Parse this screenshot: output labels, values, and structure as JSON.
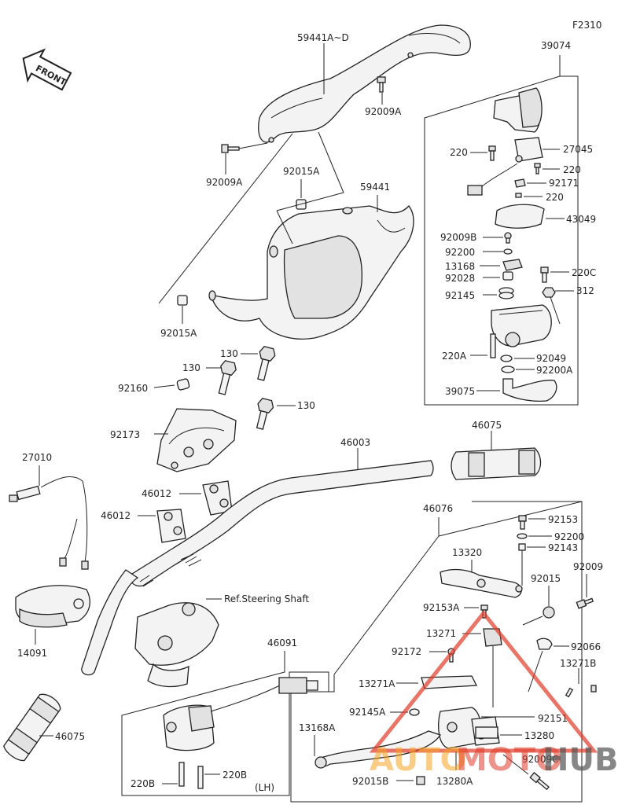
{
  "figure_code": "F2310",
  "front_label": "FRONT",
  "callouts": {
    "c59441AD": "59441A~D",
    "c92009A_top": "92009A",
    "c92009A_left": "92009A",
    "c92015A_top": "92015A",
    "c59441": "59441",
    "c92015A_bottom": "92015A",
    "c39074": "39074",
    "c220_1": "220",
    "c27045": "27045",
    "c220_2": "220",
    "c92171": "92171",
    "c220_3": "220",
    "c43049": "43049",
    "c92009B": "92009B",
    "c92200": "92200",
    "c13168": "13168",
    "c220C": "220C",
    "c92028": "92028",
    "c92145": "92145",
    "c312": "312",
    "c220A": "220A",
    "c92049": "92049",
    "c92200A": "92200A",
    "c39075": "39075",
    "c130_1": "130",
    "c130_2": "130",
    "c92160": "92160",
    "c130_3": "130",
    "c92173": "92173",
    "c27010": "27010",
    "c46003": "46003",
    "c46075_top": "46075",
    "c46012_1": "46012",
    "c46012_2": "46012",
    "c46076": "46076",
    "c92153": "92153",
    "c92200_b": "92200",
    "c92143": "92143",
    "c13320": "13320",
    "c92009": "92009",
    "c92015": "92015",
    "ref_steering": "Ref.Steering Shaft",
    "c92153A": "92153A",
    "c13271": "13271",
    "c92066": "92066",
    "c14091": "14091",
    "c92172": "92172",
    "c46091": "46091",
    "c13271B": "13271B",
    "c13271A": "13271A",
    "c92145A": "92145A",
    "c92151": "92151",
    "c46075_bottom": "46075",
    "c13168A": "13168A",
    "c13280": "13280",
    "c92009C": "92009C",
    "c220B_1": "220B",
    "c220B_2": "220B",
    "lh": "(LH)",
    "c92015B": "92015B",
    "c13280A": "13280A"
  },
  "watermark": {
    "part1": "AUTO",
    "part2": "MOTO",
    "part3": "HUB"
  },
  "colors": {
    "line": "#222222",
    "watermark_orange": "#f5a623",
    "watermark_red": "#e03b2a",
    "watermark_gray": "#555555"
  }
}
